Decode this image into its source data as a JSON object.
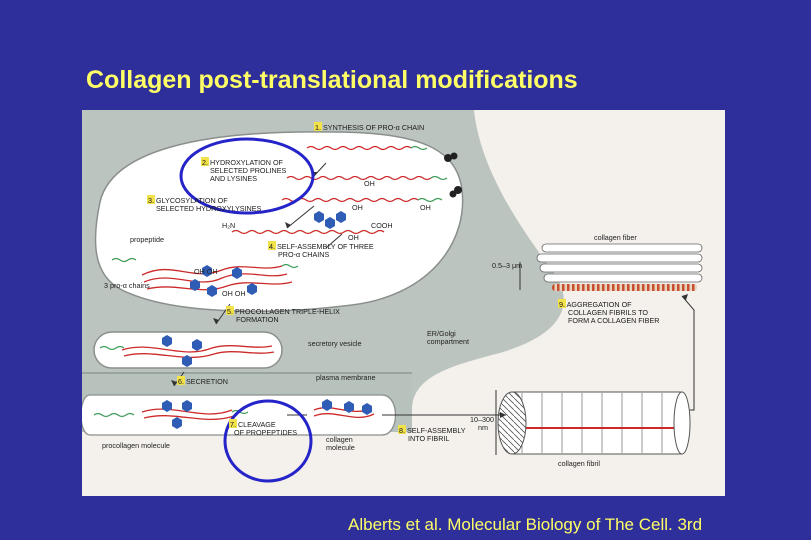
{
  "title": "Collagen post-translational modifications",
  "caption": "Alberts et al. Molecular Biology of The Cell. 3rd",
  "steps": {
    "s1": "1. SYNTHESIS OF PRO-α CHAIN",
    "s2a": "2. HYDROXYLATION OF",
    "s2b": "SELECTED PROLINES",
    "s2c": "AND LYSINES",
    "s3a": "3. GLYCOSYLATION OF",
    "s3b": "SELECTED HYDROXYLYSINES",
    "s4a": "4. SELF-ASSEMBLY OF THREE",
    "s4b": "PRO-α CHAINS",
    "s5a": "5. PROCOLLAGEN TRIPLE-HELIX",
    "s5b": "FORMATION",
    "s6": "6. SECRETION",
    "s7a": "7. CLEAVAGE",
    "s7b": "OF PROPEPTIDES",
    "s8a": "8. SELF-ASSEMBLY",
    "s8b": "INTO FIBRIL",
    "s9a": "9. AGGREGATION OF",
    "s9b": "COLLAGEN FIBRILS TO",
    "s9c": "FORM A COLLAGEN FIBER"
  },
  "labels": {
    "oh": "OH",
    "ohoh": "OH OH",
    "cooh": "COOH",
    "h2n": "H₂N",
    "propeptide": "propeptide",
    "three_chains": "3 pro-α chains",
    "er_golgi_a": "ER/Golgi",
    "er_golgi_b": "compartment",
    "secretory_vesicle": "secretory vesicle",
    "plasma_membrane": "plasma membrane",
    "procollagen_molecule": "procollagen molecule",
    "collagen_molecule_a": "collagen",
    "collagen_molecule_b": "molecule",
    "collagen_fiber": "collagen fiber",
    "collagen_fibril": "collagen fibril",
    "size_fiber": "0.5–3 μm",
    "size_fibril_a": "10–300",
    "size_fibril_b": "nm"
  },
  "colors": {
    "background": "#2e2f9a",
    "title": "#ffff66",
    "cell": "#bcc4bf",
    "er": "#ffffff",
    "chain_red": "#cc2a2a",
    "propeptide_green": "#3e9c5a",
    "sugar_blue": "#2f5db5",
    "highlight_ring": "#2424c8",
    "step_number": "#f2e24a"
  }
}
